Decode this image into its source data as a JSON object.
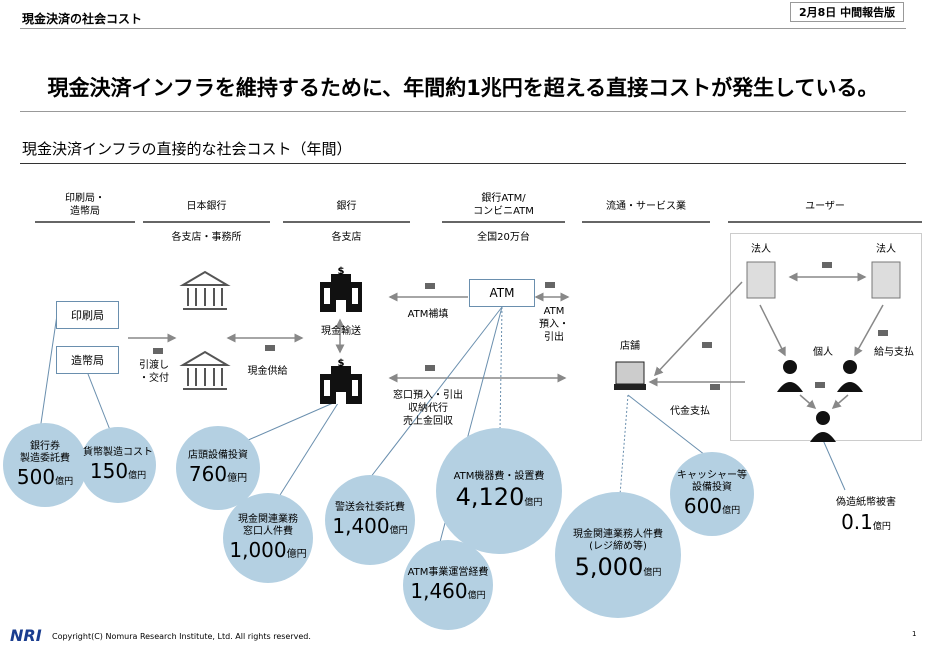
{
  "header": {
    "section_title": "現金決済の社会コスト",
    "version_label": "2月8日 中間報告版"
  },
  "headline": "現金決済インフラを維持するために、年間約1兆円を超える直接コストが発生している。",
  "subtitle": "現金決済インフラの直接的な社会コスト（年間）",
  "columns": [
    {
      "title": "印刷局・\n造幣局",
      "sub": ""
    },
    {
      "title": "日本銀行",
      "sub": "各支店・事務所"
    },
    {
      "title": "銀行",
      "sub": "各支店"
    },
    {
      "title": "銀行ATM/\nコンビニATM",
      "sub": "全国20万台"
    },
    {
      "title": "流通・サービス業",
      "sub": ""
    },
    {
      "title": "ユーザー",
      "sub": ""
    }
  ],
  "nodes": {
    "printing": "印刷局",
    "mint": "造幣局",
    "atm": "ATM",
    "store": "店舗",
    "corp1": "法人",
    "corp2": "法人",
    "individual": "個人"
  },
  "flows": {
    "handover": "引渡し\n・交付",
    "supply": "現金供給",
    "transport": "現金輸送",
    "atm_fill": "ATM補填",
    "atm_dep": "ATM\n預入・\n引出",
    "counter": "窓口預入・引出\n収納代行\n売上金回収",
    "payment": "代金支払",
    "salary": "給与支払"
  },
  "costs": [
    {
      "label": "銀行券\n製造委託費",
      "value": "500",
      "unit": "億円"
    },
    {
      "label": "貨幣製造コスト",
      "value": "150",
      "unit": "億円"
    },
    {
      "label": "店頭設備投資",
      "value": "760",
      "unit": "億円"
    },
    {
      "label": "現金関連業務\n窓口人件費",
      "value": "1,000",
      "unit": "億円"
    },
    {
      "label": "警送会社委託費",
      "value": "1,400",
      "unit": "億円"
    },
    {
      "label": "ATM機器費・設置費",
      "value": "4,120",
      "unit": "億円"
    },
    {
      "label": "ATM事業運営経費",
      "value": "1,460",
      "unit": "億円"
    },
    {
      "label": "現金関連業務人件費\n(レジ締め等)",
      "value": "5,000",
      "unit": "億円"
    },
    {
      "label": "キャッシャー等\n設備投資",
      "value": "600",
      "unit": "億円"
    },
    {
      "label": "偽造紙幣被害",
      "value": "0.1",
      "unit": "億円"
    }
  ],
  "footer": {
    "logo": "NRI",
    "copyright": "Copyright(C) Nomura Research Institute, Ltd. All rights reserved.",
    "page": "1"
  },
  "colors": {
    "circle": "#b4d0e2",
    "box_border": "#6a8fae",
    "arrow": "#888888"
  }
}
